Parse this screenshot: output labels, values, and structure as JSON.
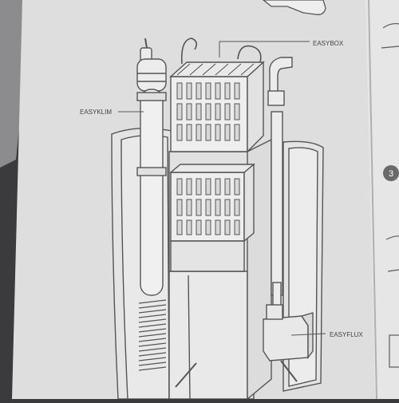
{
  "labels": {
    "easybox": "EASYBOX",
    "easyklim": "EASYKLIM",
    "easyflux": "EASYFLUX"
  },
  "right_page": {
    "step_number": "3"
  },
  "colors": {
    "paper": "#dcdcdc",
    "line": "#5a5a5a",
    "background": "#3a3a3c",
    "step_circle": "#6a6a6a"
  }
}
